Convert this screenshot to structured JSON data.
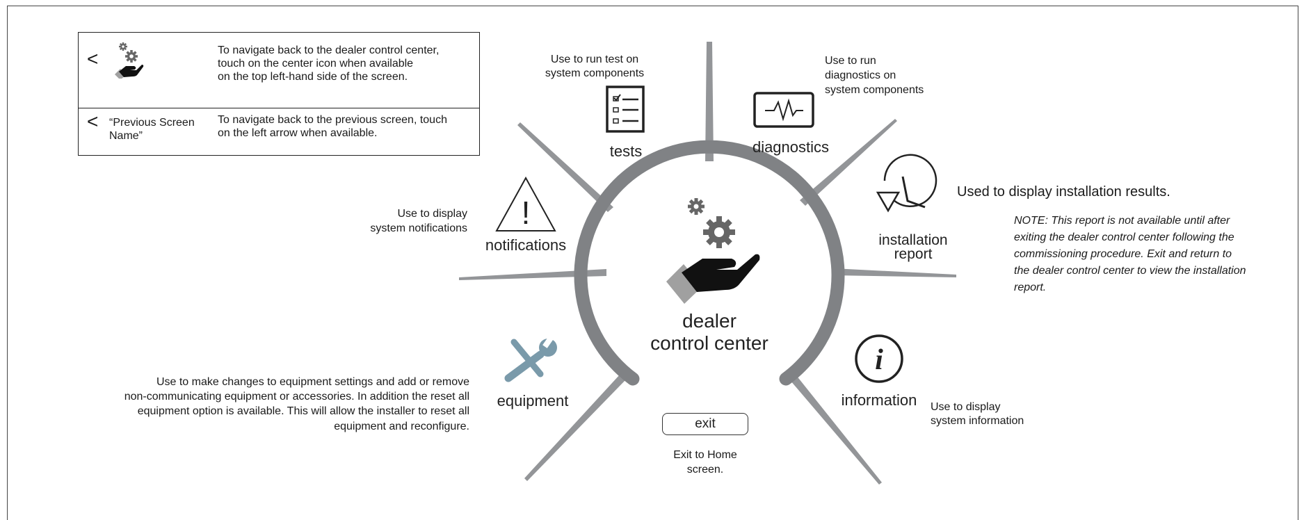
{
  "legend": {
    "row1_arrow": "<",
    "row1_text_line1": "To navigate back to the dealer control center,",
    "row1_text_line2": "touch on the center icon when available",
    "row1_text_line3": "on the top left-hand side of the screen.",
    "row2_arrow": "<",
    "row2_name_line1": "“Previous Screen",
    "row2_name_line2": "Name”",
    "row2_text_line1": "To navigate back to the previous screen, touch",
    "row2_text_line2": "on the left arrow when available."
  },
  "center": {
    "line1": "dealer",
    "line2": "control center",
    "icon": "gears-hand-icon"
  },
  "nodes": {
    "tests": {
      "label": "tests",
      "desc_line1": "Use to run test on",
      "desc_line2": "system components",
      "icon": "checklist-icon"
    },
    "diagnostics": {
      "label": "diagnostics",
      "desc_line1": "Use to run",
      "desc_line2": "diagnostics on",
      "desc_line3": "system components",
      "icon": "waveform-monitor-icon"
    },
    "installation_report": {
      "label_line1": "installation",
      "label_line2": "report",
      "desc": "Used to display installation results.",
      "icon": "history-clock-icon",
      "note_line1": "NOTE: This report is not available until after",
      "note_line2": "exiting the dealer control center following the",
      "note_line3": "commissioning procedure.  Exit and return to",
      "note_line4": "the dealer control center to view the installation",
      "note_line5": "report."
    },
    "notifications": {
      "label": "notifications",
      "desc_line1": "Use to display",
      "desc_line2": "system notifications",
      "icon": "warning-triangle-icon"
    },
    "equipment": {
      "label": "equipment",
      "icon": "wrench-screwdriver-icon",
      "desc_line1": "Use to make changes to equipment settings and add or remove",
      "desc_line2": "non-communicating equipment or accessories. In addition the reset all",
      "desc_line3": "equipment option is available. This will allow the installer to reset all",
      "desc_line4": "equipment and reconfigure."
    },
    "information": {
      "label": "information",
      "desc_line1": "Use to display",
      "desc_line2": "system information",
      "icon": "info-circle-icon"
    },
    "exit": {
      "label": "exit",
      "desc_line1": "Exit to Home",
      "desc_line2": "screen."
    }
  },
  "colors": {
    "ring": "#808285",
    "spoke": "#939598",
    "equipment_icon": "#7a9aaa",
    "text": "#1a1a1a"
  }
}
